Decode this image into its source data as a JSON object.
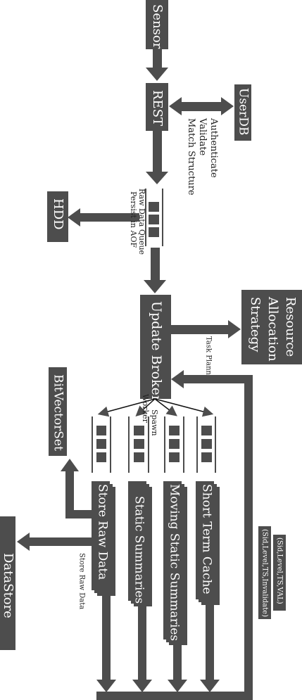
{
  "colors": {
    "fill": "#4d4d4d",
    "line": "#111111",
    "text_on_fill": "#ffffff"
  },
  "nodes": {
    "sensor": "Sensor",
    "rest": "REST",
    "userdb": "UserDB",
    "hdd": "HDD",
    "update_broker": "Update Broker",
    "resource_allocation": [
      "Resource",
      "Allocation",
      "Strategy"
    ],
    "bitvectorset": "BitVectorSet",
    "datastore": "DataStore",
    "store_raw_data": "Store Raw Data",
    "static_summaries": "Static Summaries",
    "moving_static_summaries": "Moving Static Summaries",
    "short_term_cache": "Short Term Cache"
  },
  "labels": {
    "auth_steps": [
      "Authenticate",
      "Validate",
      "Match Structure"
    ],
    "raw_data_queue": "Raw Data Queue",
    "persist": "Persist in AOF",
    "task_planner": "Task Planner",
    "spawn_worker": [
      "Spawn",
      "Worker"
    ],
    "store_raw_data_edge": "Store Raw Data",
    "sid_level_val": "(Sid,Level,TS,VAL)",
    "sid_level_invalidate": "(Sid,Level,TS,Invalidate)"
  }
}
